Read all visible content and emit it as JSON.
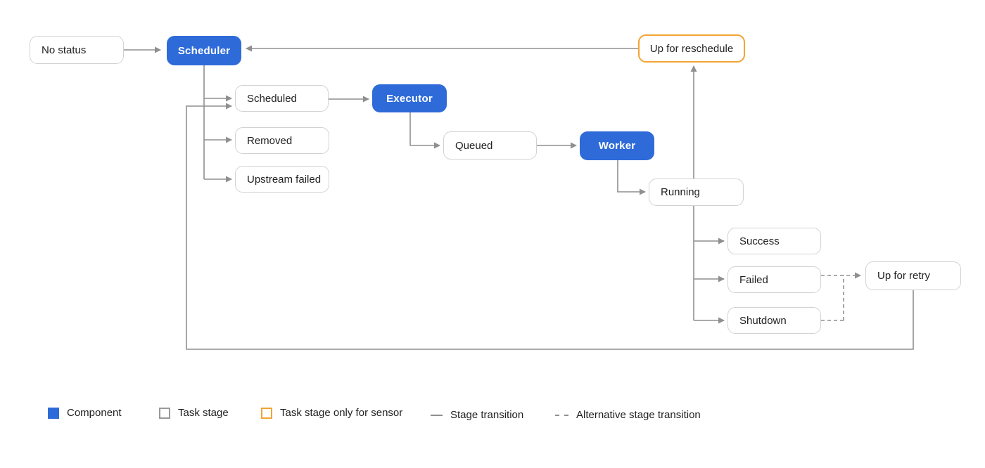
{
  "diagram": {
    "nodes": {
      "no_status": {
        "label": "No status",
        "kind": "task-stage"
      },
      "scheduler": {
        "label": "Scheduler",
        "kind": "component"
      },
      "scheduled": {
        "label": "Scheduled",
        "kind": "task-stage"
      },
      "removed": {
        "label": "Removed",
        "kind": "task-stage"
      },
      "upstream_failed": {
        "label": "Upstream failed",
        "kind": "task-stage"
      },
      "executor": {
        "label": "Executor",
        "kind": "component"
      },
      "queued": {
        "label": "Queued",
        "kind": "task-stage"
      },
      "worker": {
        "label": "Worker",
        "kind": "component"
      },
      "running": {
        "label": "Running",
        "kind": "task-stage"
      },
      "success": {
        "label": "Success",
        "kind": "task-stage"
      },
      "failed": {
        "label": "Failed",
        "kind": "task-stage"
      },
      "shutdown": {
        "label": "Shutdown",
        "kind": "task-stage"
      },
      "up_for_retry": {
        "label": "Up for retry",
        "kind": "task-stage"
      },
      "up_for_reschedule": {
        "label": "Up for reschedule",
        "kind": "task-stage-sensor"
      }
    },
    "legend": {
      "items": [
        {
          "label": "Component",
          "swatch": "component-swatch"
        },
        {
          "label": "Task stage",
          "swatch": "task-stage-swatch"
        },
        {
          "label": "Task stage only for sensor",
          "swatch": "sensor-swatch"
        },
        {
          "label": "Stage transition",
          "swatch": "solid-line-swatch"
        },
        {
          "label": "Alternative stage transition",
          "swatch": "dashed-line-swatch"
        }
      ]
    },
    "colors": {
      "component_blue": "#2e6bd9",
      "sensor_orange": "#f2a432",
      "edge_gray": "#8f8f8f",
      "box_border_gray": "#d2d2d2",
      "text_dark": "#212121"
    }
  }
}
